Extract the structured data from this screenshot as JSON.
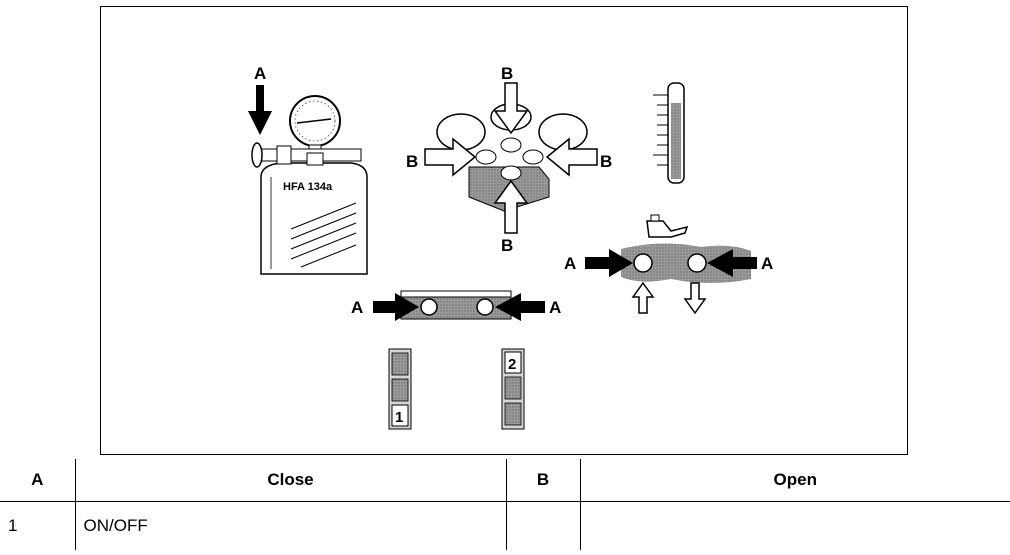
{
  "figure": {
    "labels": {
      "a": "A",
      "b": "B"
    },
    "can_text": "HFA 134a",
    "indicator_numbers": [
      "1",
      "2"
    ]
  },
  "table": {
    "headers": [
      "A",
      "Close",
      "B",
      "Open"
    ],
    "rows": [
      [
        "1",
        "ON/OFF",
        "",
        ""
      ]
    ]
  },
  "colors": {
    "line": "#000000",
    "shade": "#8c8c8c",
    "light_shade": "#bdbdbd"
  }
}
